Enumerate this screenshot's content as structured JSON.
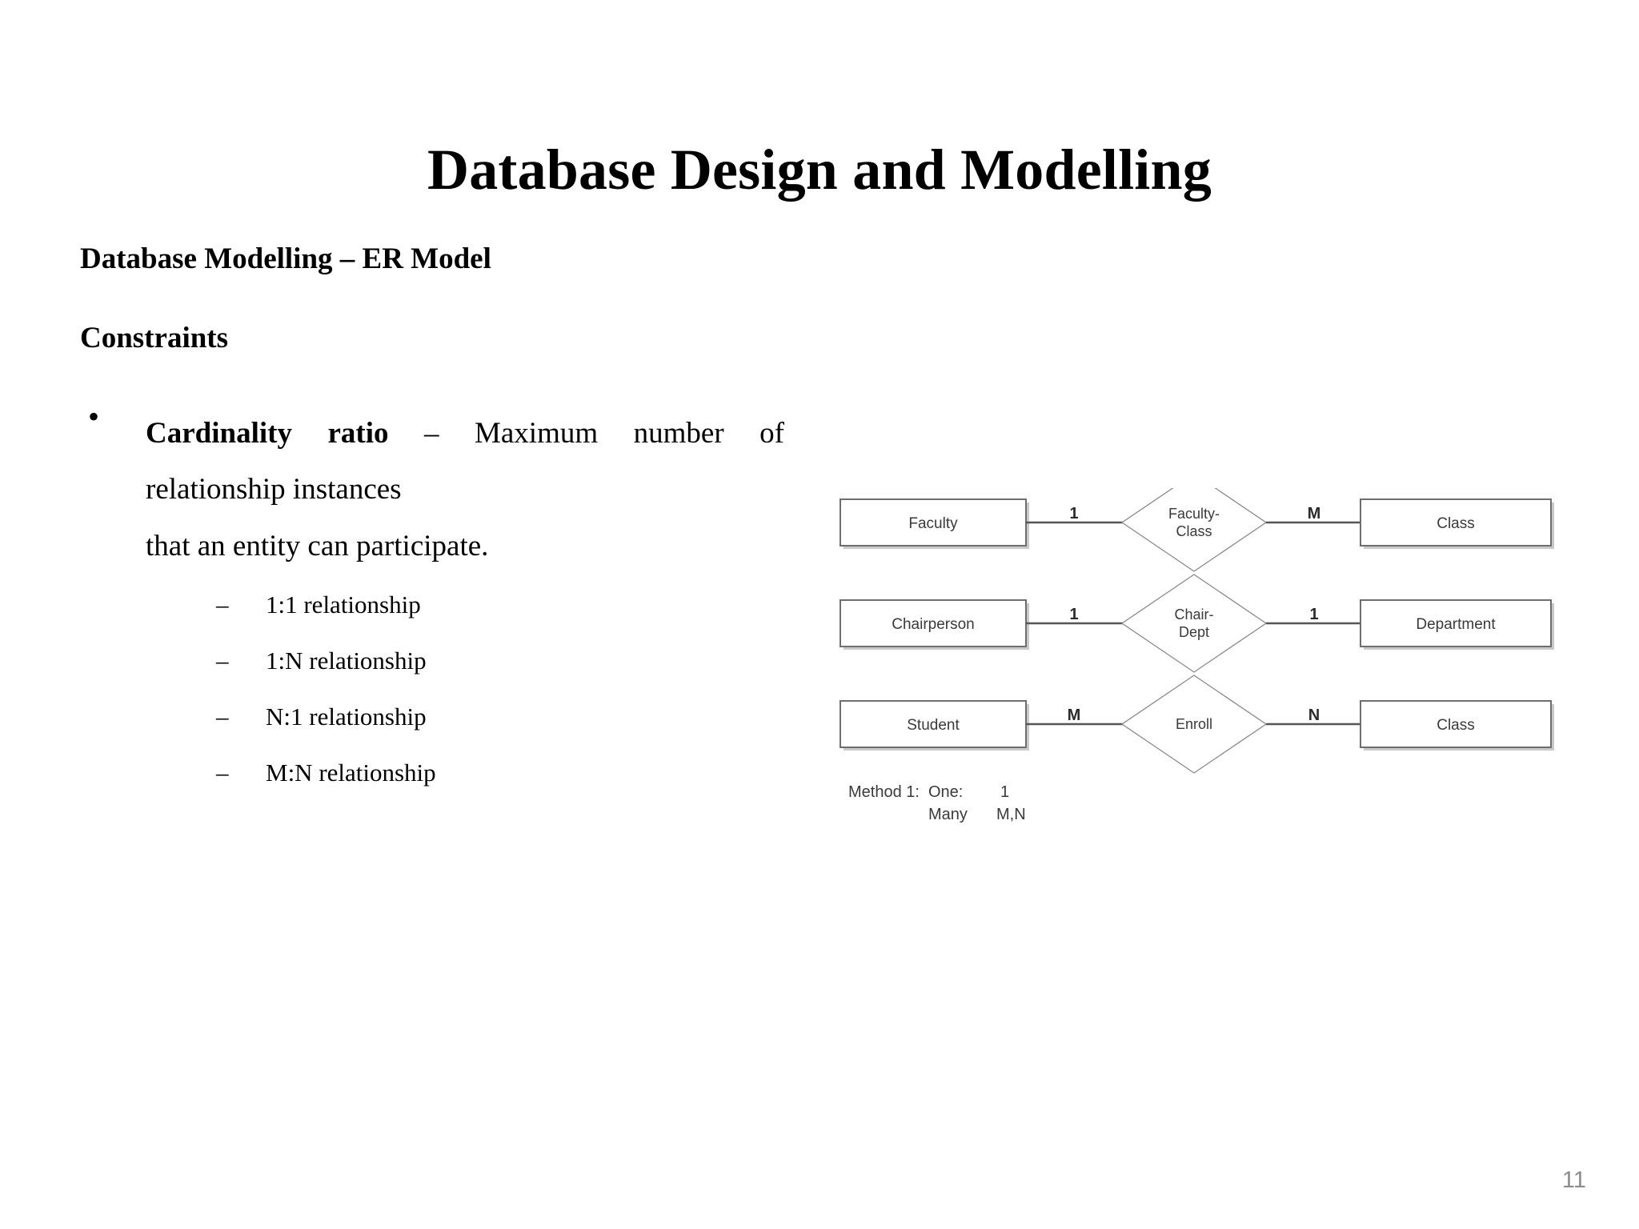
{
  "slide": {
    "title": "Database Design and Modelling",
    "page_number": "11",
    "heading_section": "Database Modelling – ER Model",
    "heading_topic": "Constraints",
    "bullet": {
      "marker": "•",
      "term": "Cardinality ratio",
      "separator": "–",
      "definition_line1": "Maximum",
      "definition_line2": "number of relationship instances",
      "definition_line3": "that an entity can participate."
    },
    "sub_bullets": [
      {
        "dash": "–",
        "label": "1:1 relationship"
      },
      {
        "dash": "–",
        "label": "1:N relationship"
      },
      {
        "dash": "–",
        "label": "N:1 relationship"
      },
      {
        "dash": "–",
        "label": "M:N relationship"
      }
    ]
  },
  "er_diagram": {
    "rows": [
      {
        "left_entity": "Faculty",
        "left_cardinality": "1",
        "relationship_line1": "Faculty-",
        "relationship_line2": "Class",
        "right_cardinality": "M",
        "right_entity": "Class"
      },
      {
        "left_entity": "Chairperson",
        "left_cardinality": "1",
        "relationship_line1": "Chair-",
        "relationship_line2": "Dept",
        "right_cardinality": "1",
        "right_entity": "Department"
      },
      {
        "left_entity": "Student",
        "left_cardinality": "M",
        "relationship_line1": "Enroll",
        "relationship_line2": "",
        "right_cardinality": "N",
        "right_entity": "Class"
      }
    ],
    "legend": {
      "method_label": "Method 1:",
      "one_label": "One:",
      "one_value": "1",
      "many_label": "Many",
      "many_value": "M,N"
    }
  }
}
